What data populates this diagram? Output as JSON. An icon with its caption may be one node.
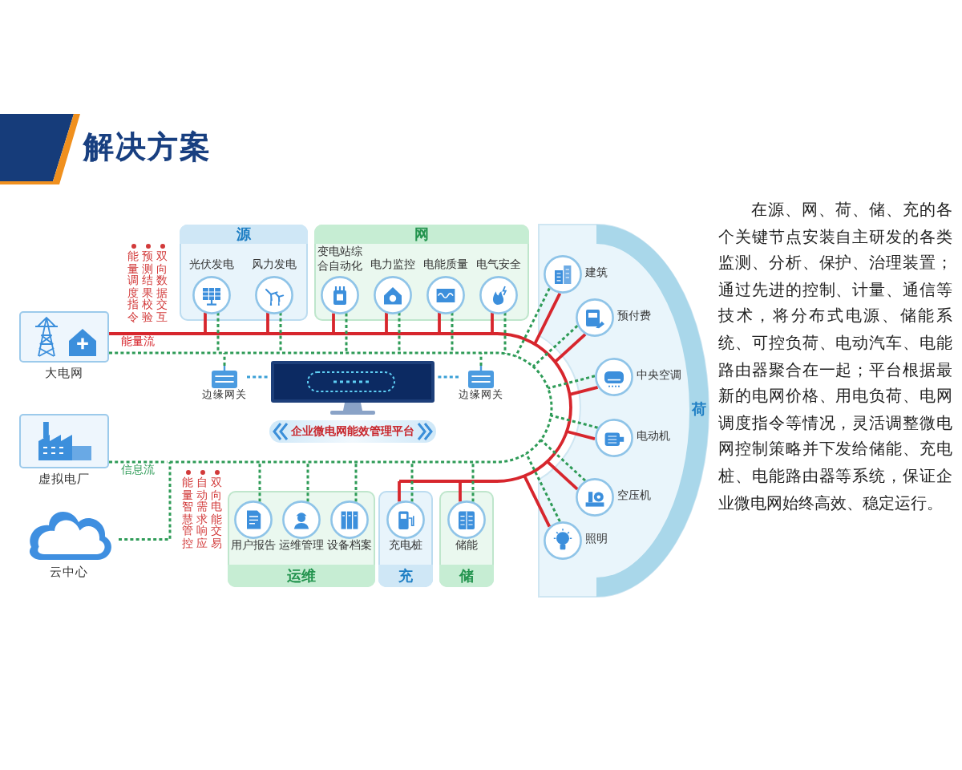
{
  "diagram": {
    "title": "解决方案",
    "nodes": [
      {
        "text": [
          "大电网"
        ]
      },
      {
        "text": [
          "虚拟电厂"
        ]
      },
      {
        "text": [
          "云中心"
        ]
      },
      {
        "text": [
          "源"
        ]
      },
      {
        "text": [
          "光伏发电"
        ],
        "in": 3
      },
      {
        "text": [
          "风力发电"
        ],
        "in": 3
      },
      {
        "text": [
          "网"
        ]
      },
      {
        "text": [
          "变电站综合自动化"
        ],
        "in": 6
      },
      {
        "text": [
          "电力监控"
        ],
        "in": 6
      },
      {
        "text": [
          "电能质量"
        ],
        "in": 6
      },
      {
        "text": [
          "电气安全"
        ],
        "in": 6
      },
      {
        "text": [
          "荷"
        ]
      },
      {
        "text": [
          "建筑"
        ],
        "in": 11
      },
      {
        "text": [
          "预付费"
        ],
        "in": 11
      },
      {
        "text": [
          "中央空调"
        ],
        "in": 11
      },
      {
        "text": [
          "电动机"
        ],
        "in": 11
      },
      {
        "text": [
          "空压机"
        ],
        "in": 11
      },
      {
        "text": [
          "照明"
        ],
        "in": 11
      },
      {
        "text": [
          "边缘网关"
        ]
      },
      {
        "text": [
          "企业微电网能效管理平台"
        ]
      },
      {
        "text": [
          "边缘网关"
        ]
      },
      {
        "text": [
          "运维"
        ]
      },
      {
        "text": [
          "用户报告"
        ],
        "in": 21
      },
      {
        "text": [
          "运维管理"
        ],
        "in": 21
      },
      {
        "text": [
          "设备档案"
        ],
        "in": 21
      },
      {
        "text": [
          "充"
        ]
      },
      {
        "text": [
          "充电桩"
        ],
        "in": 25
      },
      {
        "text": [
          "储"
        ]
      },
      {
        "text": [
          "储能"
        ],
        "in": 27
      }
    ],
    "edges": [
      {
        "from": 0,
        "to": 4,
        "arrow": "none",
        "color": "#d7262d",
        "label": "能量流"
      },
      {
        "from": 0,
        "to": 5,
        "arrow": "none",
        "color": "#d7262d"
      },
      {
        "from": 0,
        "to": 7,
        "arrow": "none",
        "color": "#d7262d"
      },
      {
        "from": 0,
        "to": 8,
        "arrow": "none",
        "color": "#d7262d"
      },
      {
        "from": 0,
        "to": 9,
        "arrow": "none",
        "color": "#d7262d"
      },
      {
        "from": 0,
        "to": 10,
        "arrow": "none",
        "color": "#d7262d"
      },
      {
        "from": 0,
        "to": 12,
        "arrow": "none",
        "color": "#d7262d"
      },
      {
        "from": 0,
        "to": 13,
        "arrow": "none",
        "color": "#d7262d"
      },
      {
        "from": 0,
        "to": 14,
        "arrow": "none",
        "color": "#d7262d"
      },
      {
        "from": 0,
        "to": 15,
        "arrow": "none",
        "color": "#d7262d"
      },
      {
        "from": 0,
        "to": 16,
        "arrow": "none",
        "color": "#d7262d"
      },
      {
        "from": 0,
        "to": 17,
        "arrow": "none",
        "color": "#d7262d"
      },
      {
        "from": 0,
        "to": 26,
        "arrow": "none",
        "color": "#d7262d"
      },
      {
        "from": 0,
        "to": 28,
        "arrow": "none",
        "color": "#d7262d"
      },
      {
        "from": 0,
        "to": 4,
        "arrow": "none",
        "style": "dashed"
      },
      {
        "from": 0,
        "to": 5,
        "arrow": "none",
        "style": "dashed"
      },
      {
        "from": 0,
        "to": 7,
        "arrow": "none",
        "style": "dashed"
      },
      {
        "from": 0,
        "to": 8,
        "arrow": "none",
        "style": "dashed"
      },
      {
        "from": 0,
        "to": 9,
        "arrow": "none",
        "style": "dashed"
      },
      {
        "from": 0,
        "to": 10,
        "arrow": "none",
        "style": "dashed"
      },
      {
        "from": 0,
        "to": 12,
        "arrow": "none",
        "style": "dashed"
      },
      {
        "from": 0,
        "to": 13,
        "arrow": "none",
        "style": "dashed"
      },
      {
        "from": 0,
        "to": 14,
        "arrow": "none",
        "style": "dashed"
      },
      {
        "from": 0,
        "to": 15,
        "arrow": "none",
        "style": "dashed"
      },
      {
        "from": 0,
        "to": 16,
        "arrow": "none",
        "style": "dashed"
      },
      {
        "from": 0,
        "to": 17,
        "arrow": "none",
        "style": "dashed"
      },
      {
        "from": 0,
        "to": 18,
        "arrow": "none",
        "style": "dashed"
      },
      {
        "from": 0,
        "to": 20,
        "arrow": "none",
        "style": "dashed"
      },
      {
        "from": 0,
        "to": 22,
        "arrow": "none",
        "style": "dashed"
      },
      {
        "from": 0,
        "to": 23,
        "arrow": "none",
        "style": "dashed"
      },
      {
        "from": 0,
        "to": 24,
        "arrow": "none",
        "style": "dashed"
      },
      {
        "from": 0,
        "to": 26,
        "arrow": "none",
        "style": "dashed"
      },
      {
        "from": 0,
        "to": 28,
        "arrow": "none",
        "style": "dashed"
      },
      {
        "from": 1,
        "to": 4,
        "arrow": "none",
        "style": "dashed",
        "label": "信息流"
      },
      {
        "from": 1,
        "to": 5,
        "arrow": "none",
        "style": "dashed"
      },
      {
        "from": 1,
        "to": 7,
        "arrow": "none",
        "style": "dashed"
      },
      {
        "from": 1,
        "to": 8,
        "arrow": "none",
        "style": "dashed"
      },
      {
        "from": 1,
        "to": 9,
        "arrow": "none",
        "style": "dashed"
      },
      {
        "from": 1,
        "to": 10,
        "arrow": "none",
        "style": "dashed"
      },
      {
        "from": 1,
        "to": 12,
        "arrow": "none",
        "style": "dashed"
      },
      {
        "from": 1,
        "to": 13,
        "arrow": "none",
        "style": "dashed"
      },
      {
        "from": 1,
        "to": 14,
        "arrow": "none",
        "style": "dashed"
      },
      {
        "from": 1,
        "to": 15,
        "arrow": "none",
        "style": "dashed"
      },
      {
        "from": 1,
        "to": 16,
        "arrow": "none",
        "style": "dashed"
      },
      {
        "from": 1,
        "to": 17,
        "arrow": "none",
        "style": "dashed"
      },
      {
        "from": 1,
        "to": 18,
        "arrow": "none",
        "style": "dashed"
      },
      {
        "from": 1,
        "to": 20,
        "arrow": "none",
        "style": "dashed"
      },
      {
        "from": 1,
        "to": 22,
        "arrow": "none",
        "style": "dashed"
      },
      {
        "from": 1,
        "to": 23,
        "arrow": "none",
        "style": "dashed"
      },
      {
        "from": 1,
        "to": 24,
        "arrow": "none",
        "style": "dashed"
      },
      {
        "from": 1,
        "to": 26,
        "arrow": "none",
        "style": "dashed"
      },
      {
        "from": 1,
        "to": 28,
        "arrow": "none",
        "style": "dashed"
      },
      {
        "from": 2,
        "to": 4,
        "arrow": "none",
        "style": "dashed"
      },
      {
        "from": 2,
        "to": 5,
        "arrow": "none",
        "style": "dashed"
      },
      {
        "from": 2,
        "to": 7,
        "arrow": "none",
        "style": "dashed"
      },
      {
        "from": 2,
        "to": 8,
        "arrow": "none",
        "style": "dashed"
      },
      {
        "from": 2,
        "to": 9,
        "arrow": "none",
        "style": "dashed"
      },
      {
        "from": 2,
        "to": 10,
        "arrow": "none",
        "style": "dashed"
      },
      {
        "from": 2,
        "to": 12,
        "arrow": "none",
        "style": "dashed"
      },
      {
        "from": 2,
        "to": 13,
        "arrow": "none",
        "style": "dashed"
      },
      {
        "from": 2,
        "to": 14,
        "arrow": "none",
        "style": "dashed"
      },
      {
        "from": 2,
        "to": 15,
        "arrow": "none",
        "style": "dashed"
      },
      {
        "from": 2,
        "to": 16,
        "arrow": "none",
        "style": "dashed"
      },
      {
        "from": 2,
        "to": 17,
        "arrow": "none",
        "style": "dashed"
      },
      {
        "from": 2,
        "to": 18,
        "arrow": "none",
        "style": "dashed"
      },
      {
        "from": 2,
        "to": 20,
        "arrow": "none",
        "style": "dashed"
      },
      {
        "from": 2,
        "to": 22,
        "arrow": "none",
        "style": "dashed"
      },
      {
        "from": 2,
        "to": 23,
        "arrow": "none",
        "style": "dashed"
      },
      {
        "from": 2,
        "to": 24,
        "arrow": "none",
        "style": "dashed"
      },
      {
        "from": 2,
        "to": 26,
        "arrow": "none",
        "style": "dashed"
      },
      {
        "from": 2,
        "to": 28,
        "arrow": "none",
        "style": "dashed"
      },
      {
        "from": 18,
        "to": 19,
        "arrow": "none",
        "style": "dashed",
        "color": "#3a9fd6"
      },
      {
        "from": 20,
        "to": 19,
        "arrow": "none",
        "style": "dashed",
        "color": "#3a9fd6"
      }
    ],
    "labels": [
      "双向数据交互",
      "预测结果校验",
      "能量调度指令",
      "双向电能交易",
      "自动需求响应",
      "能量智慧管控",
      "在源、网、荷、储、充的各个关键节点安装自主研发的各类监测、分析、保护、治理装置；通过先进的控制、计量、通信等技术，将分布式电源、储能系统、可控负荷、电动汽车、电能路由器聚合在一起；平台根据最新的电网价格、用电负荷、电网调度指令等情况，灵活调整微电网控制策略并下发给储能、充电桩、电能路由器等系统，保证企业微电网始终高效、稳定运行。"
    ]
  }
}
